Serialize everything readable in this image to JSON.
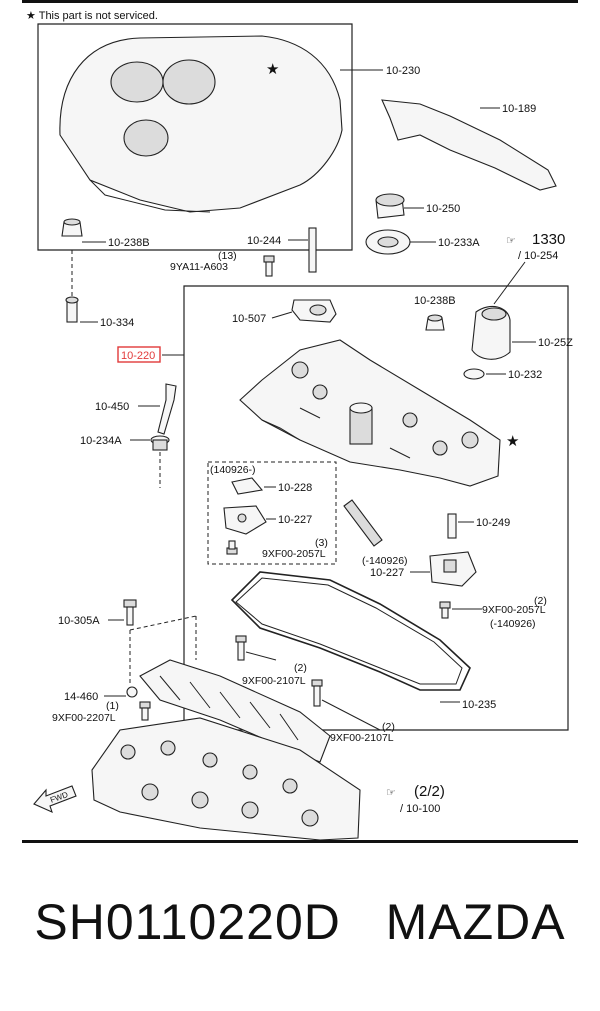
{
  "note": "★ This part is not serviced.",
  "callouts": [
    {
      "id": "10-230",
      "text": "10-230"
    },
    {
      "id": "10-189",
      "text": "10-189"
    },
    {
      "id": "10-250",
      "text": "10-250"
    },
    {
      "id": "10-238B-a",
      "text": "10-238B"
    },
    {
      "id": "10-244",
      "text": "10-244"
    },
    {
      "id": "10-233A",
      "text": "10-233A"
    },
    {
      "id": "9YA11-qty",
      "text": "(13)"
    },
    {
      "id": "9YA11",
      "text": "9YA11-A603"
    },
    {
      "id": "1330",
      "text": "1330"
    },
    {
      "id": "10-254",
      "text": "/ 10-254"
    },
    {
      "id": "10-334",
      "text": "10-334"
    },
    {
      "id": "10-507",
      "text": "10-507"
    },
    {
      "id": "10-238B-b",
      "text": "10-238B"
    },
    {
      "id": "10-25Z",
      "text": "10-25Z"
    },
    {
      "id": "10-220",
      "text": "10-220"
    },
    {
      "id": "10-232",
      "text": "10-232"
    },
    {
      "id": "10-450",
      "text": "10-450"
    },
    {
      "id": "10-234A",
      "text": "10-234A"
    },
    {
      "id": "140926-a",
      "text": "(140926-)"
    },
    {
      "id": "10-228",
      "text": "10-228"
    },
    {
      "id": "10-227-a",
      "text": "10-227"
    },
    {
      "id": "qty3",
      "text": "(3)"
    },
    {
      "id": "9XF00-2057L-a",
      "text": "9XF00-2057L"
    },
    {
      "id": "10-249",
      "text": "10-249"
    },
    {
      "id": "140926-b",
      "text": "(-140926)"
    },
    {
      "id": "10-227-b",
      "text": "10-227"
    },
    {
      "id": "qty2-a",
      "text": "(2)"
    },
    {
      "id": "9XF00-2057L-b",
      "text": "9XF00-2057L"
    },
    {
      "id": "140926-c",
      "text": "(-140926)"
    },
    {
      "id": "10-305A",
      "text": "10-305A"
    },
    {
      "id": "qty2-b",
      "text": "(2)"
    },
    {
      "id": "9XF00-2107L-a",
      "text": "9XF00-2107L"
    },
    {
      "id": "14-460",
      "text": "14-460"
    },
    {
      "id": "qty1",
      "text": "(1)"
    },
    {
      "id": "9XF00-2207L",
      "text": "9XF00-2207L"
    },
    {
      "id": "qty2-c",
      "text": "(2)"
    },
    {
      "id": "9XF00-2107L-b",
      "text": "9XF00-2107L"
    },
    {
      "id": "10-235",
      "text": "10-235"
    },
    {
      "id": "ref22",
      "text": "(2/2)"
    },
    {
      "id": "10-100",
      "text": "/ 10-100"
    },
    {
      "id": "fwd",
      "text": "FWD"
    }
  ],
  "caption_part": "SH0110220D",
  "caption_brand": "MAZDA",
  "highlight_color": "#e23a3a"
}
